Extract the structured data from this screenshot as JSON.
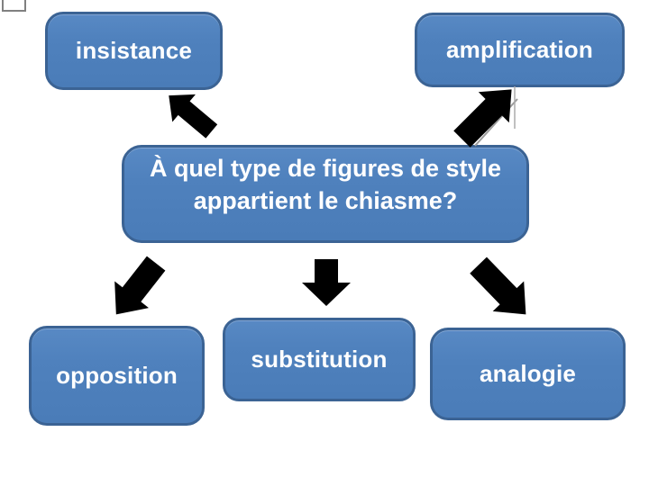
{
  "slide": {
    "type": "quiz-diagram",
    "question": {
      "line1": "À quel type de figures de style",
      "line2": "appartient le chiasme?"
    },
    "options": [
      {
        "id": "insistance",
        "label": "insistance"
      },
      {
        "id": "amplification",
        "label": "amplification"
      },
      {
        "id": "opposition",
        "label": "opposition"
      },
      {
        "id": "substitution",
        "label": "substitution"
      },
      {
        "id": "analogie",
        "label": "analogie"
      }
    ],
    "icons": [
      "arrow-up-left-icon",
      "arrow-up-right-icon",
      "arrow-down-left-icon",
      "arrow-down-icon",
      "arrow-down-right-icon"
    ],
    "colors": {
      "background": "#ffffff",
      "box_fill": "#4f81bd",
      "box_border": "#3b6394",
      "box_text": "#ffffff",
      "arrow": "#000000",
      "connector_line": "#9b9b9b",
      "corner_mark_border": "#808080"
    }
  }
}
